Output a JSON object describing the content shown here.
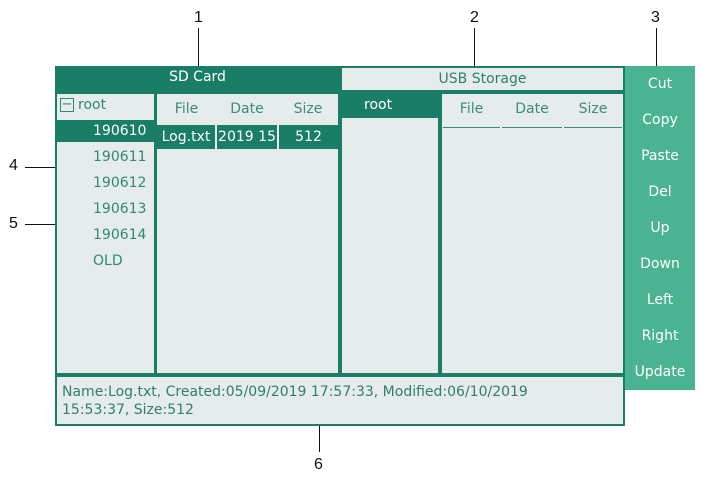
{
  "callouts": {
    "c1": "1",
    "c2": "2",
    "c3": "3",
    "c4": "4",
    "c5": "5",
    "c6": "6"
  },
  "tabs": {
    "sd_card": "SD Card",
    "usb_storage": "USB Storage"
  },
  "sd_tree": {
    "expander": "−",
    "root": "root",
    "items": [
      "190610",
      "190611",
      "190612",
      "190613",
      "190614",
      "OLD"
    ],
    "selected": "190610"
  },
  "sd_files": {
    "headers": [
      "File",
      "Date",
      "Size"
    ],
    "rows": [
      {
        "file": "Log.txt",
        "date": "2019 15",
        "size": "512"
      }
    ]
  },
  "usb_tree": {
    "root": "root"
  },
  "usb_files": {
    "headers": [
      "File",
      "Date",
      "Size"
    ]
  },
  "buttons": [
    "Cut",
    "Copy",
    "Paste",
    "Del",
    "Up",
    "Down",
    "Left",
    "Right",
    "Update"
  ],
  "status": {
    "line1": "Name:Log.txt, Created:05/09/2019 17:57:33, Modified:06/10/2019",
    "line2": "15:53:37, Size:512"
  },
  "colors": {
    "accent": "#1a7e67",
    "sidebar": "#4ab392",
    "panel": "#e6ecec",
    "text": "#2f8a73"
  }
}
